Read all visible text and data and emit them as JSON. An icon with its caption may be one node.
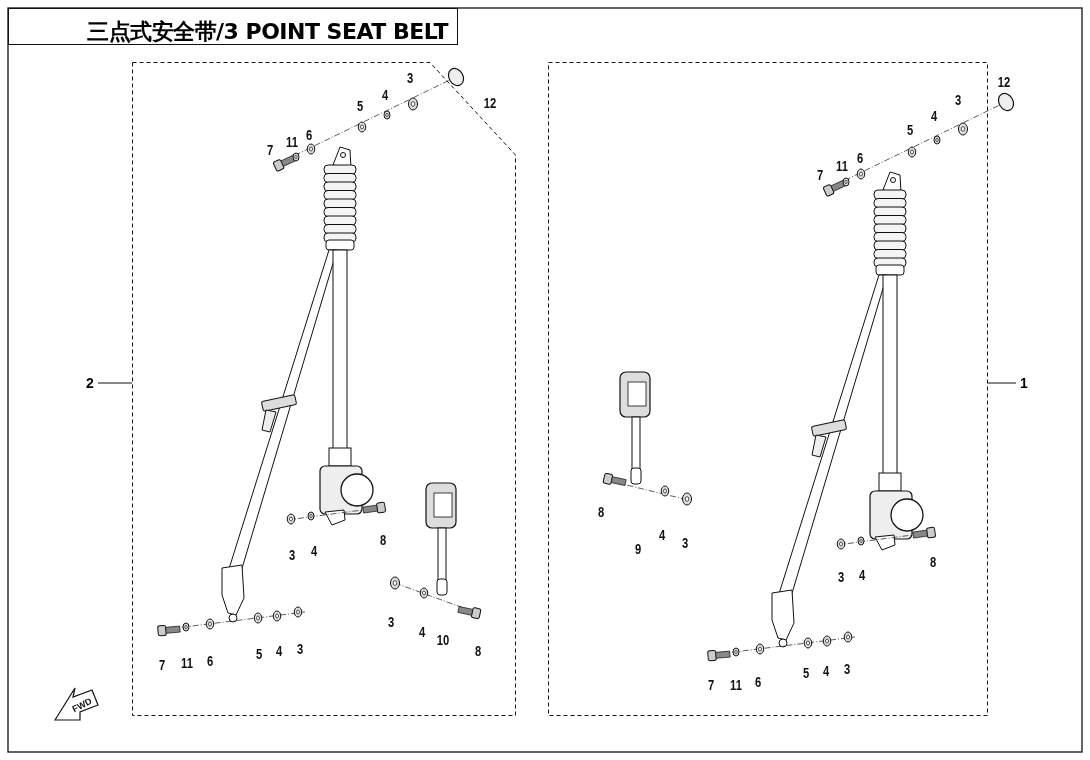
{
  "diagram": {
    "title": "三点式安全带/3 POINT SEAT BELT",
    "nodes": [
      {
        "text": [],
        "shape": "box"
      },
      {
        "text": [],
        "shape": "box"
      },
      {
        "text": [
          "2"
        ]
      },
      {
        "text": [
          "1"
        ]
      }
    ],
    "edges": [
      {
        "from": 2,
        "to": 0,
        "arrow": "none"
      },
      {
        "from": 3,
        "to": 1,
        "arrow": "none"
      }
    ],
    "labels": [
      "3",
      "4",
      "5",
      "12",
      "6",
      "11",
      "7",
      "3",
      "4",
      "8",
      "3",
      "4",
      "10",
      "8",
      "7",
      "11",
      "6",
      "5",
      "4",
      "3",
      "12",
      "3",
      "4",
      "5",
      "6",
      "11",
      "7",
      "8",
      "9",
      "4",
      "3",
      "3",
      "4",
      "8",
      "7",
      "11",
      "6",
      "5",
      "4",
      "3",
      "FWD"
    ]
  }
}
